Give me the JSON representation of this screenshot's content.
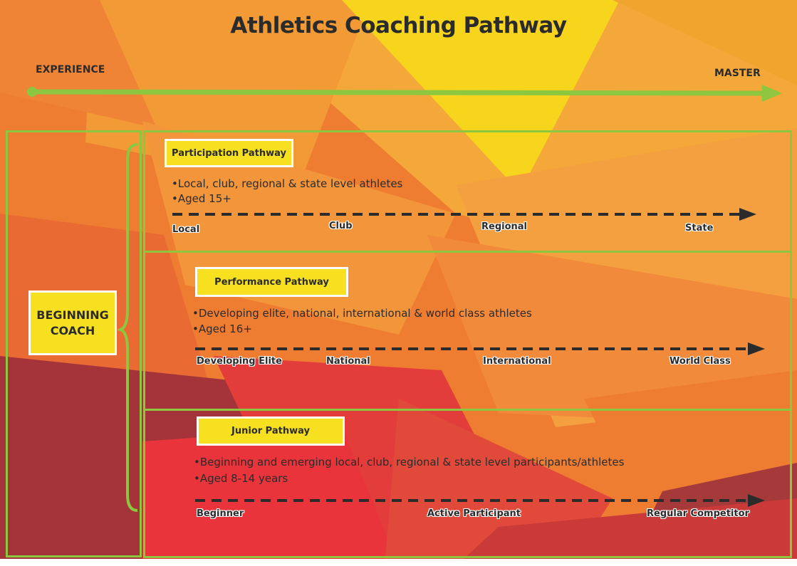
{
  "title": "Athletics Coaching Pathway",
  "axis": {
    "left_label": "EXPERIENCE",
    "right_label": "MASTER"
  },
  "coach_label": [
    "BEGINNING",
    "COACH"
  ],
  "pathways": [
    {
      "name": "Participation Pathway",
      "bullets": [
        "•Local, club, regional & state level athletes",
        "•Aged 15+"
      ],
      "stages": [
        "Local",
        "Club",
        "Regional",
        "State"
      ]
    },
    {
      "name": "Performance Pathway",
      "bullets": [
        "•Developing elite, national, international & world class athletes",
        "•Aged 16+"
      ],
      "stages": [
        "Developing Elite",
        "National",
        "International",
        "World Class"
      ]
    },
    {
      "name": "Junior Pathway",
      "bullets": [
        "•Beginning and emerging local, club, regional & state level participants/athletes",
        "•Aged 8-14 years"
      ],
      "stages": [
        "Beginner",
        "Active Participant",
        "Regular Competitor"
      ]
    }
  ],
  "colors": {
    "accent_green": "#8dc63f",
    "label_yellow": "#f6e01f",
    "arrow_dark": "#2b2b2b",
    "bg_orange": "#ee7d31",
    "bg_light_orange": "#f5a83a",
    "bg_yellow": "#f7d51d",
    "bg_red": "#e8343a",
    "bg_maroon": "#a4343a"
  }
}
